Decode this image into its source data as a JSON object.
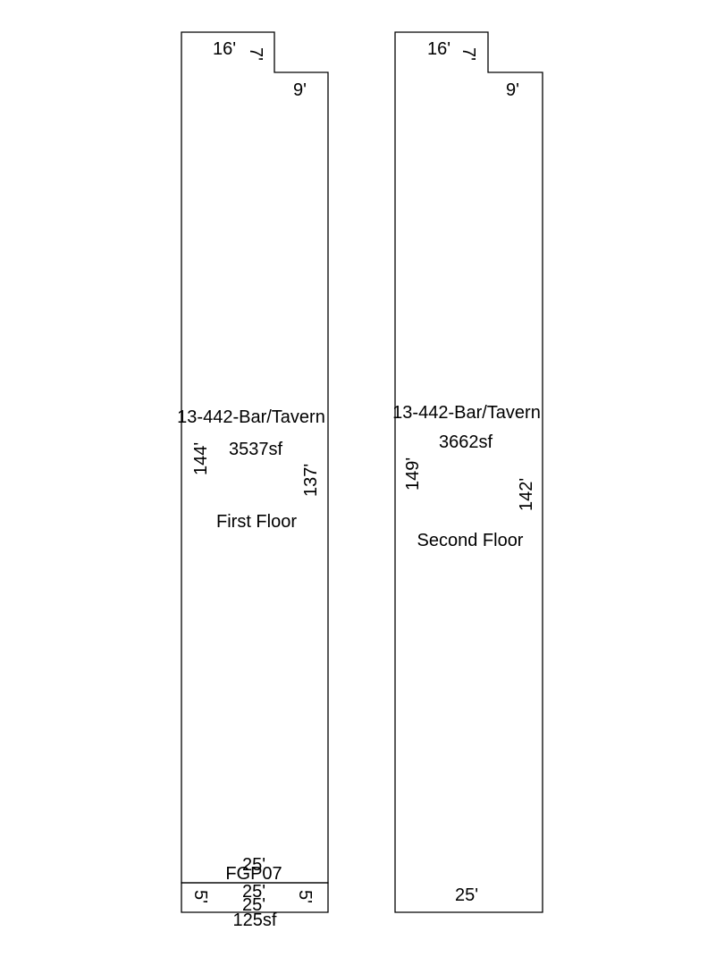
{
  "first_floor": {
    "code": "13-442-Bar/Tavern",
    "area": "3537sf",
    "name": "First Floor",
    "dims": {
      "top": "16'",
      "step_vertical": "7'",
      "step_horizontal": "9'",
      "left": "144'",
      "right": "137'"
    },
    "porch": {
      "top_width": "25'",
      "code": "FGP07",
      "width_a": "25'",
      "width_b": "25'",
      "left": "5'",
      "right": "5'",
      "area": "125sf"
    }
  },
  "second_floor": {
    "code": "13-442-Bar/Tavern",
    "area": "3662sf",
    "name": "Second Floor",
    "dims": {
      "top": "16'",
      "step_vertical": "7'",
      "step_horizontal": "9'",
      "left": "149'",
      "right": "142'",
      "bottom": "25'"
    }
  }
}
